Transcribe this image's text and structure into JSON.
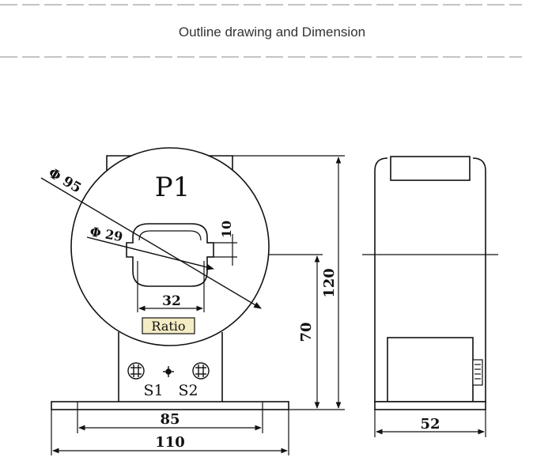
{
  "header": {
    "title": "Outline drawing and Dimension"
  },
  "front_view": {
    "label_p1": "P1",
    "outer_diameter": "Φ 95",
    "inner_diameter": "Φ 29",
    "dim_notch": "10",
    "dim_window_width": "32",
    "ratio_label": "Ratio",
    "terminal_s1": "S1",
    "terminal_s2": "S2",
    "dim_base_hole_spacing": "85",
    "dim_base_width": "110",
    "dim_center_height": "70",
    "dim_total_height": "120"
  },
  "side_view": {
    "dim_depth": "52"
  },
  "colors": {
    "line": "#111111",
    "dash": "#888888",
    "ratio_box_fill": "#f4ecc4"
  }
}
